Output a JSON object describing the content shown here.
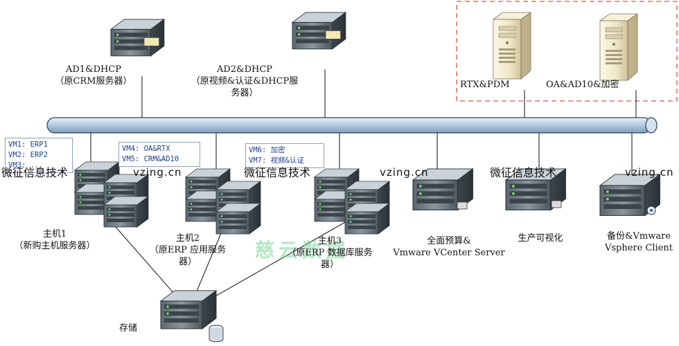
{
  "servers_top": [
    {
      "id": "ad1",
      "line1": "AD1&DHCP",
      "line2": "（原CRM服务器）",
      "line3": ""
    },
    {
      "id": "ad2",
      "line1": "AD2&DHCP",
      "line2": "（原视频&认证&DHCP服",
      "line3": "务器）"
    }
  ],
  "towers": [
    {
      "id": "rtx",
      "label": "RTX&PDM"
    },
    {
      "id": "oa",
      "label": "OA&AD10&加密"
    }
  ],
  "hosts": [
    {
      "id": "host1",
      "line1": "主机1",
      "line2": "（新购主机服务器）",
      "line3": ""
    },
    {
      "id": "host2",
      "line1": "主机2",
      "line2": "（原ERP 应用服务",
      "line3": "器）"
    },
    {
      "id": "host3",
      "line1": "主机3",
      "line2": "（原ERP 数据库服务",
      "line3": "器）"
    }
  ],
  "single_servers": [
    {
      "id": "budget",
      "line1": "全面预算&",
      "line2": "Vmware VCenter Server"
    },
    {
      "id": "viz",
      "line1": "生产可视化",
      "line2": ""
    },
    {
      "id": "backup",
      "line1": "备份&Vmware",
      "line2": "Vsphere Client"
    }
  ],
  "storage": {
    "label": "存储"
  },
  "vm_boxes": [
    {
      "id": "vm-host1",
      "lines": [
        "VM1: ERP1",
        "VM2: ERP2",
        "VM3: ..."
      ]
    },
    {
      "id": "vm-host2",
      "lines": [
        "VM4: OA&RTX",
        "VM5: CRM&AD10"
      ]
    },
    {
      "id": "vm-host3",
      "lines": [
        "VM6: 加密",
        "VM7: 视频&认证"
      ]
    }
  ],
  "watermarks": {
    "cn": "微征信息技术",
    "en": "vzing.cn",
    "green": "慈云数据"
  },
  "colors": {
    "bus": "#a9c1da",
    "dashed_border": "#d9534f",
    "vm_text": "#1f3f8a"
  }
}
